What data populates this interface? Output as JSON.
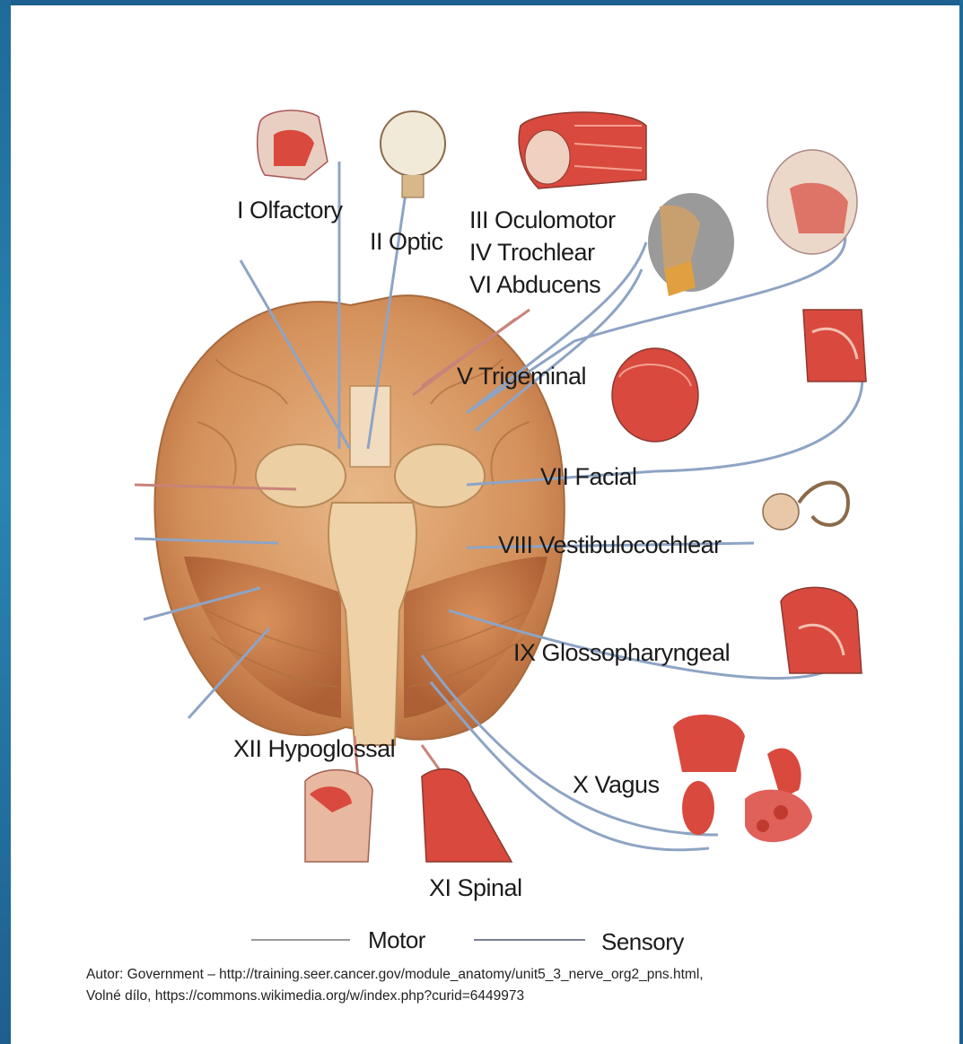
{
  "labels": {
    "olfactory": "I Olfactory",
    "optic": "II Optic",
    "oculomotor": "III Oculomotor",
    "trochlear": "IV Trochlear",
    "abducens": "VI Abducens",
    "trigeminal": "V Trigeminal",
    "facial": "VII Facial",
    "vestibulocochlear": "VIII Vestibulocochlear",
    "glossopharyngeal": "IX Glossopharyngeal",
    "vagus": "X Vagus",
    "hypoglossal": "XII Hypoglossal",
    "spinal": "XI Spinal"
  },
  "legend": {
    "motor": "Motor",
    "sensory": "Sensory"
  },
  "caption": {
    "line1": "Autor: Government – http://training.seer.cancer.gov/module_anatomy/unit5_3_nerve_org2_pns.html,",
    "line2": "Volné dílo, https://commons.wikimedia.org/w/index.php?curid=6449973"
  },
  "colors": {
    "frame": "#2a78a8",
    "motor_line": "#c9837a",
    "sensory_line": "#8ea4c4",
    "brain": "#d99a66",
    "organ": "#d9493e"
  }
}
